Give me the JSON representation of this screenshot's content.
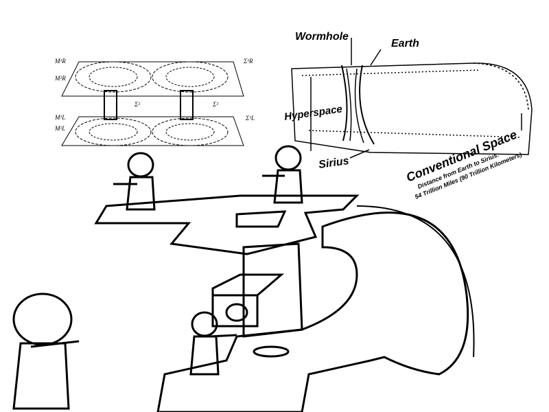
{
  "labels": {
    "wormhole": "Wormhole",
    "earth": "Earth",
    "hyperspace": "Hyperspace",
    "sirius": "Sirius",
    "conventional_space": "Conventional Space",
    "distance_line1": "Distance from Earth to Sirius:",
    "distance_line2": "54 Trillion Miles (90 Trillion Kilometers)"
  },
  "inset_diagram": {
    "m_r1": "M¹R",
    "m_r2": "M²R",
    "sigma_r": "Σ¹R",
    "sigma_mid_left": "Σ²",
    "sigma_mid_right": "Σ²",
    "m_l1": "M¹L",
    "m_l2": "M²L",
    "sigma_l": "Σ¹L"
  },
  "colors": {
    "ink": "#000000",
    "paper": "#ffffff"
  }
}
